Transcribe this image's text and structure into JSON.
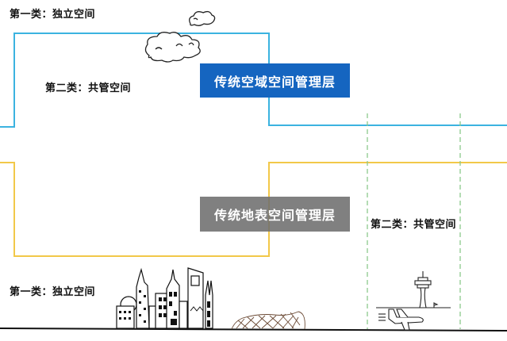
{
  "diagram": {
    "airspace_layer": {
      "title": "传统空域空间管理层",
      "color": "#1565c0",
      "line_color": "#3bb3e0",
      "labels": {
        "independent": "第一类：独立空间",
        "shared": "第二类：共管空间"
      }
    },
    "surface_layer": {
      "title": "传统地表空间管理层",
      "color": "#6e6e6e",
      "line_color": "#f2c849",
      "labels": {
        "independent": "第一类：独立空间",
        "shared": "第二类：共管空间"
      }
    },
    "shared_zone_color": "#8cc98c",
    "illustrations": [
      "cloud-icon",
      "cloud-icon",
      "city-skyline-icon",
      "stadium-icon",
      "control-tower-icon",
      "airplane-icon"
    ]
  }
}
